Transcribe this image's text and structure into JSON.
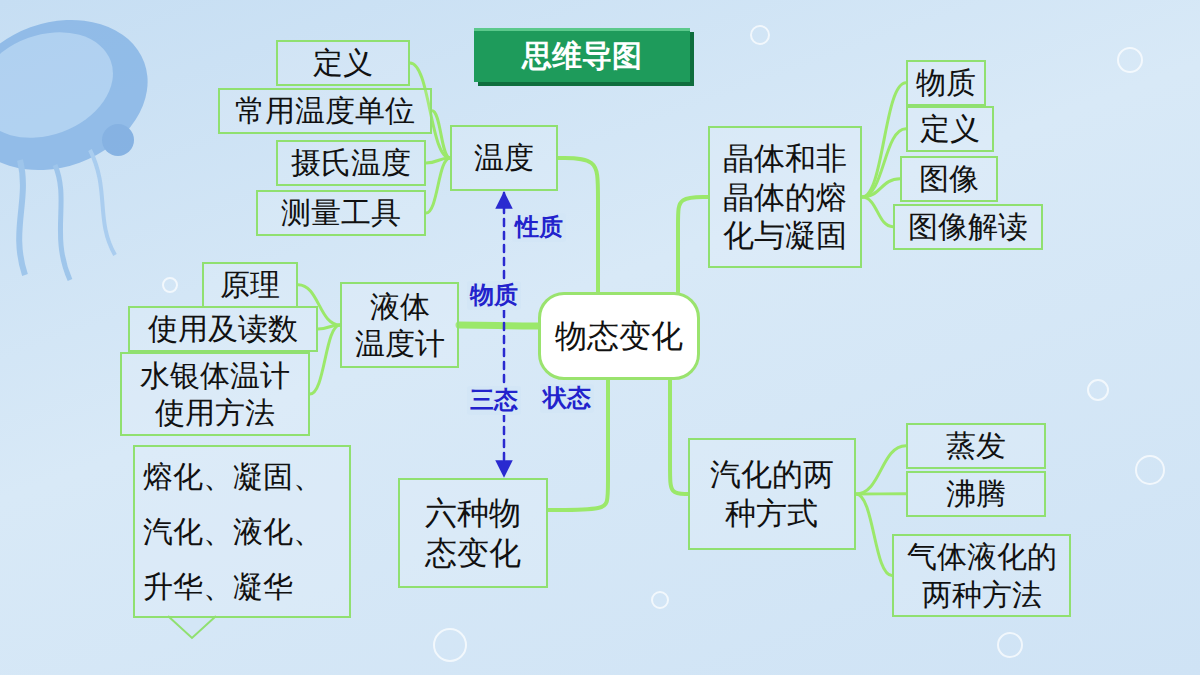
{
  "diagram": {
    "title": "思维导图",
    "nodes": [
      {
        "text": [
          "物态变化"
        ]
      },
      {
        "text": [
          "温度"
        ]
      },
      {
        "text": [
          "定义"
        ]
      },
      {
        "text": [
          "常用温度单位"
        ]
      },
      {
        "text": [
          "摄氏温度"
        ]
      },
      {
        "text": [
          "测量工具"
        ]
      },
      {
        "text": [
          "液体 温度计"
        ]
      },
      {
        "text": [
          "原理"
        ]
      },
      {
        "text": [
          "使用及读数"
        ]
      },
      {
        "text": [
          "水银体温计 使用方法"
        ]
      },
      {
        "text": [
          "六种物 态变化"
        ]
      },
      {
        "text": [
          "熔化、凝固、 汽化、液化、 升华、凝华"
        ]
      },
      {
        "text": [
          "晶体和非 晶体的熔 化与凝固"
        ]
      },
      {
        "text": [
          "物质"
        ]
      },
      {
        "text": [
          "定义"
        ]
      },
      {
        "text": [
          "图像"
        ]
      },
      {
        "text": [
          "图像解读"
        ]
      },
      {
        "text": [
          "汽化的两 种方式"
        ]
      },
      {
        "text": [
          "蒸发"
        ]
      },
      {
        "text": [
          "沸腾"
        ]
      },
      {
        "text": [
          "气体液化的 两种方法"
        ]
      }
    ],
    "edges": [
      {
        "from": 0,
        "to": 1,
        "arrow": "none"
      },
      {
        "from": 0,
        "to": 6,
        "arrow": "none"
      },
      {
        "from": 0,
        "to": 10,
        "arrow": "none"
      },
      {
        "from": 0,
        "to": 12,
        "arrow": "none"
      },
      {
        "from": 0,
        "to": 17,
        "arrow": "none"
      },
      {
        "from": 1,
        "to": 2,
        "arrow": "none"
      },
      {
        "from": 1,
        "to": 3,
        "arrow": "none"
      },
      {
        "from": 1,
        "to": 4,
        "arrow": "none"
      },
      {
        "from": 1,
        "to": 5,
        "arrow": "none"
      },
      {
        "from": 6,
        "to": 7,
        "arrow": "none"
      },
      {
        "from": 6,
        "to": 8,
        "arrow": "none"
      },
      {
        "from": 6,
        "to": 9,
        "arrow": "none"
      },
      {
        "from": 12,
        "to": 13,
        "arrow": "none"
      },
      {
        "from": 12,
        "to": 14,
        "arrow": "none"
      },
      {
        "from": 12,
        "to": 15,
        "arrow": "none"
      },
      {
        "from": 12,
        "to": 16,
        "arrow": "none"
      },
      {
        "from": 17,
        "to": 18,
        "arrow": "none"
      },
      {
        "from": 17,
        "to": 19,
        "arrow": "none"
      },
      {
        "from": 17,
        "to": 20,
        "arrow": "none"
      },
      {
        "from": 1,
        "to": 10,
        "arrow": "both"
      }
    ],
    "labels": [
      "性质",
      "物质",
      "状态",
      "三态"
    ]
  }
}
